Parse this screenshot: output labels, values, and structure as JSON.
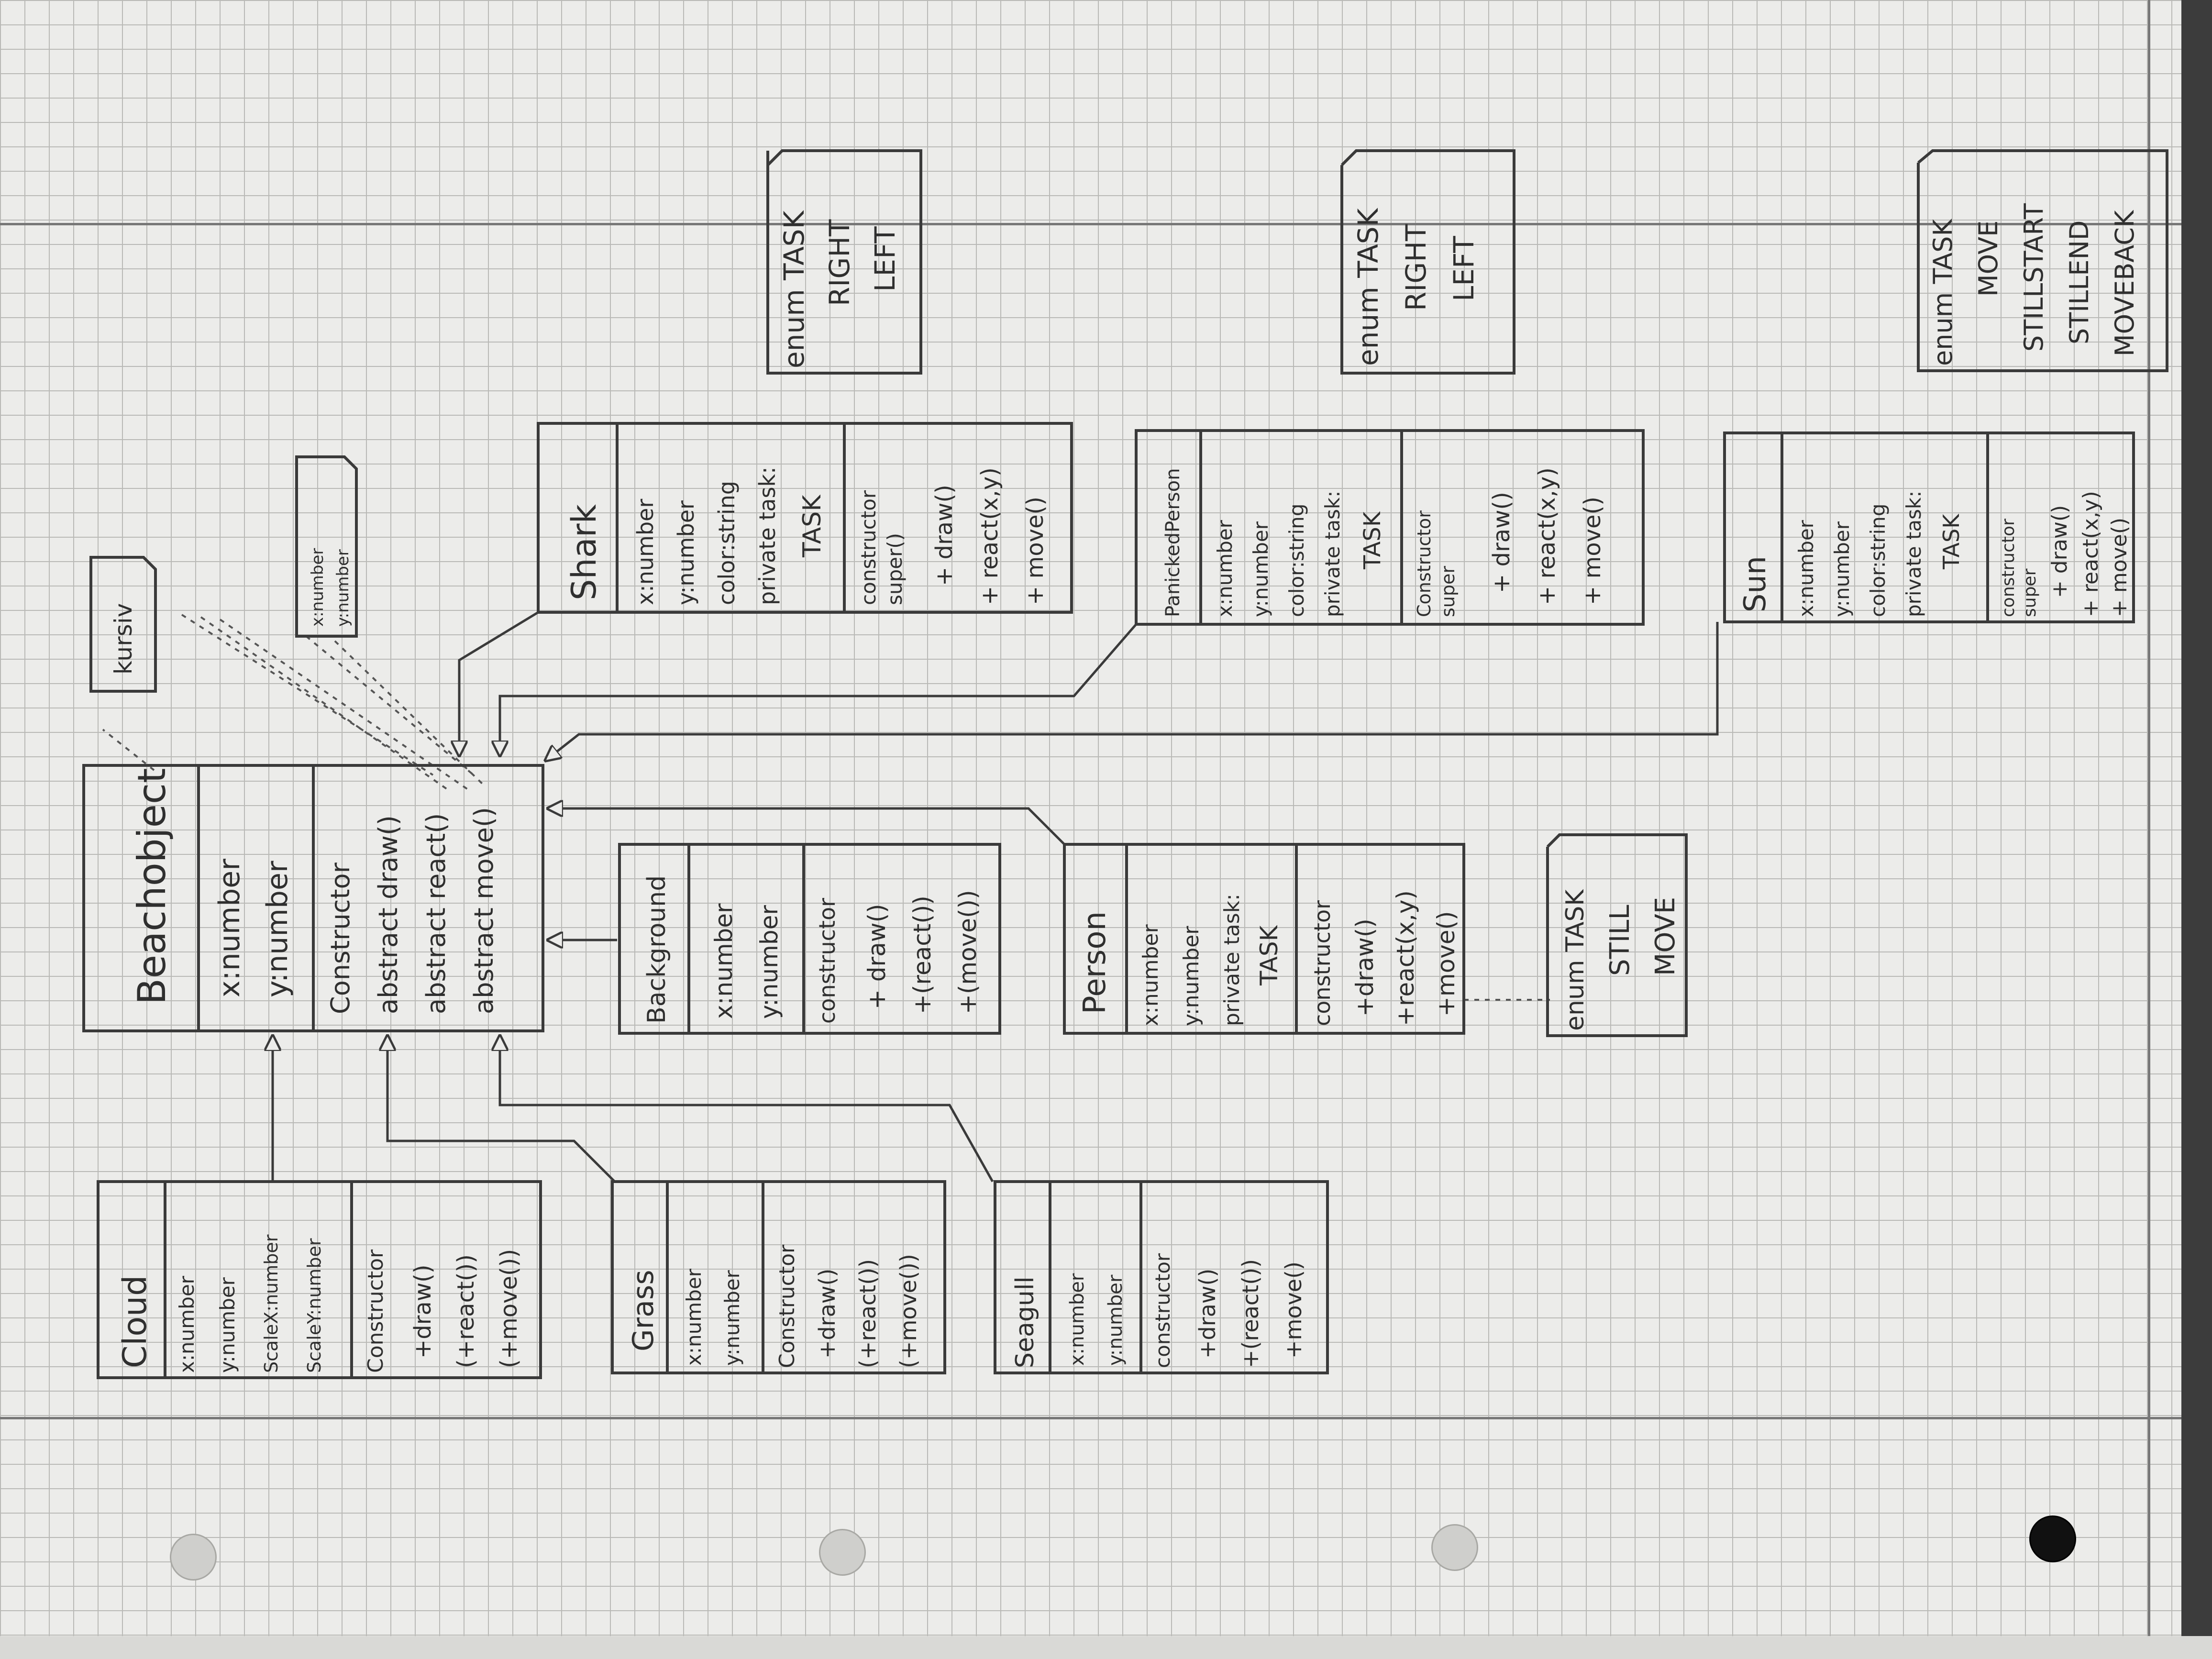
{
  "beachobject": {
    "name": "Beachobject",
    "attributes": [
      "x:number",
      "y:number"
    ],
    "methods": [
      "Constructor",
      "abstract draw()",
      "abstract react()",
      "abstract move()"
    ]
  },
  "kursiv_note": "kursiv",
  "xy_note": [
    "x:number",
    "y:number"
  ],
  "shark": {
    "name": "Shark",
    "attributes": [
      "x:number",
      "y:number",
      "color:string",
      "private task:",
      "TASK"
    ],
    "methods": [
      "constructor",
      "super()",
      "+ draw()",
      "+ react(x,y)",
      "+ move()"
    ]
  },
  "shark_enum": {
    "title": "enum TASK",
    "values": [
      "RIGHT",
      "LEFT"
    ]
  },
  "panicked_person": {
    "name": "PanickedPerson",
    "attributes": [
      "x:number",
      "y:number",
      "color:string",
      "private task:",
      "TASK"
    ],
    "methods": [
      "Constructor",
      "super",
      "+ draw()",
      "+ react(x,y)",
      "+ move()"
    ]
  },
  "panicked_enum": {
    "title": "enum TASK",
    "values": [
      "RIGHT",
      "LEFT"
    ]
  },
  "sun": {
    "name": "Sun",
    "attributes": [
      "x:number",
      "y:number",
      "color:string",
      "private task:",
      "TASK"
    ],
    "methods": [
      "constructor",
      "super",
      "+ draw()",
      "+ react(x,y)",
      "+ move()"
    ]
  },
  "sun_enum": {
    "title": "enum TASK",
    "values": [
      "MOVE",
      "STILLSTART",
      "STILLEND",
      "MOVEBACK"
    ]
  },
  "background": {
    "name": "Background",
    "attributes": [
      "x:number",
      "y:number"
    ],
    "methods": [
      "constructor",
      "+ draw()",
      "+(react())",
      "+(move())"
    ]
  },
  "person": {
    "name": "Person",
    "attributes": [
      "x:number",
      "y:number",
      "private task:",
      "TASK"
    ],
    "methods": [
      "constructor",
      "+draw()",
      "+react(x,y)",
      "+move()"
    ]
  },
  "person_enum": {
    "title": "enum TASK",
    "values": [
      "STILL",
      "MOVE"
    ]
  },
  "cloud": {
    "name": "Cloud",
    "attributes": [
      "x:number",
      "y:number",
      "ScaleX:number",
      "ScaleY:number"
    ],
    "methods": [
      "Constructor",
      "+draw()",
      "(+react())",
      "(+move())"
    ]
  },
  "grass": {
    "name": "Grass",
    "attributes": [
      "x:number",
      "y:number"
    ],
    "methods": [
      "Constructor",
      "+draw()",
      "(+react())",
      "(+move())"
    ]
  },
  "seagull": {
    "name": "Seagull",
    "attributes": [
      "x:number",
      "y:number"
    ],
    "methods": [
      "constructor",
      "+draw()",
      "+(react())",
      "+move()"
    ]
  }
}
